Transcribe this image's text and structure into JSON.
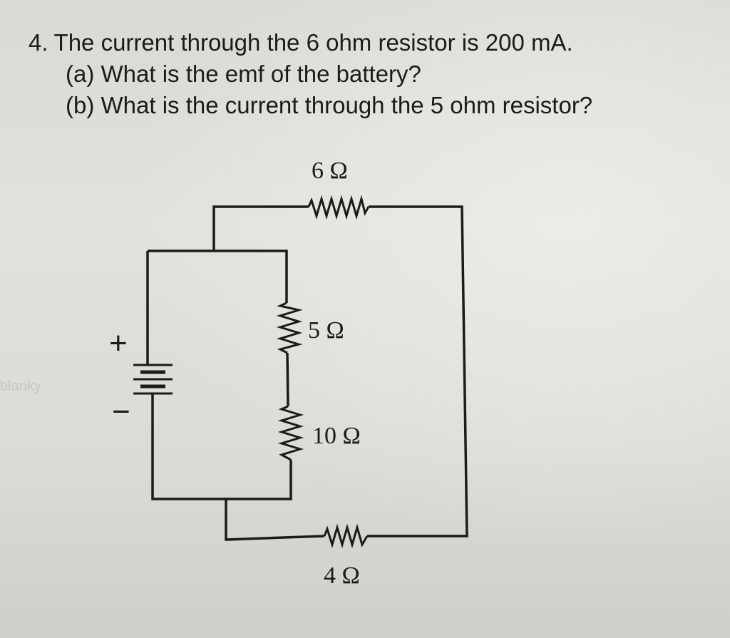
{
  "problem": {
    "number": "4.",
    "statement": "The current through the 6 ohm resistor is 200 mA.",
    "part_a": "(a) What is the emf of the battery?",
    "part_b": "(b) What is the current through the 5 ohm resistor?"
  },
  "circuit": {
    "resistors": {
      "r6": "6 Ω",
      "r5": "5 Ω",
      "r10": "10 Ω",
      "r4": "4 Ω"
    },
    "battery": {
      "plus": "+",
      "minus": "−"
    },
    "faint_bleed_text": "blanky"
  }
}
